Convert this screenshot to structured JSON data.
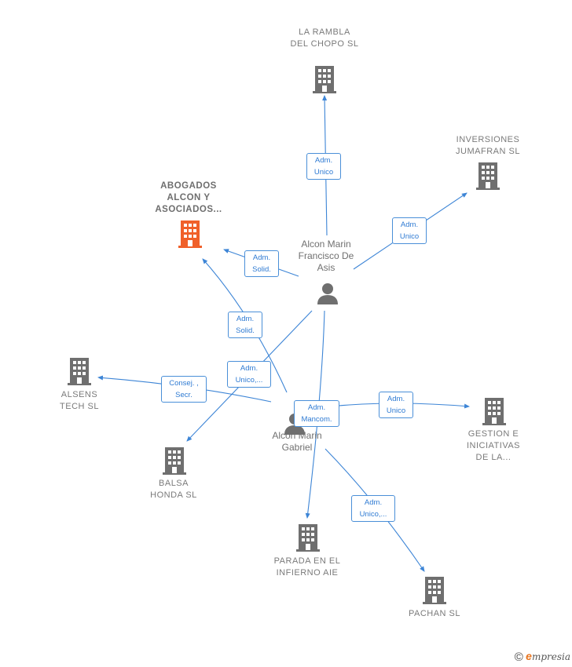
{
  "companies": {
    "rambla": "LA RAMBLA DEL CHOPO SL",
    "inversiones": "INVERSIONES JUMAFRAN SL",
    "abogados": "ABOGADOS ALCON Y ASOCIADOS...",
    "alsens": "ALSENS TECH SL",
    "gestion": "GESTION E INICIATIVAS DE LA...",
    "balsa": "BALSA HONDA SL",
    "parada": "PARADA EN EL INFIERNO AIE",
    "pachan": "PACHAN SL"
  },
  "persons": {
    "francisco": "Alcon Marin Francisco De Asis",
    "gabriel": "Alcon Marin Gabriel"
  },
  "edge_labels": {
    "rambla": "Adm. Unico",
    "inversiones": "Adm. Unico",
    "abogados_f": "Adm. Solid.",
    "abogados_g": "Adm. Solid.",
    "balsa": "Adm. Unico,...",
    "alsens": "Consej. , Secr.",
    "parada": "Adm. Mancom.",
    "gestion": "Adm. Unico",
    "pachan": "Adm. Unico,..."
  },
  "colors": {
    "edge": "#3d85d6",
    "building": "#6f6f6f",
    "highlight": "#f0602a"
  },
  "footer": {
    "copyright": "©",
    "brand_e": "e",
    "brand_rest": "mpresia"
  }
}
